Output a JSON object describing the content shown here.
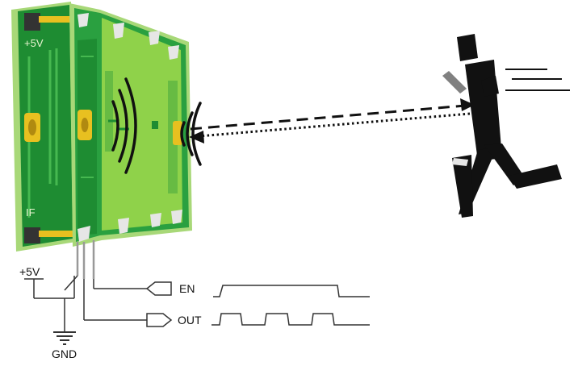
{
  "labels": {
    "pcb_supply": "+5V",
    "pcb_if": "IF",
    "supply": "+5V",
    "ground": "GND",
    "enable": "EN",
    "output": "OUT"
  },
  "colors": {
    "pcb_dark": "#1e8c32",
    "pcb_mid": "#2aa040",
    "pcb_light": "#8fd24a",
    "pcb_edge": "#a8d878",
    "pad_gold": "#e8c020",
    "figure": "#111111",
    "figure_arm": "#808080",
    "wire": "#333333"
  },
  "icons": {
    "runner": "running-person-icon",
    "waves": "radar-wave-icon",
    "motion": "speed-lines-icon"
  }
}
